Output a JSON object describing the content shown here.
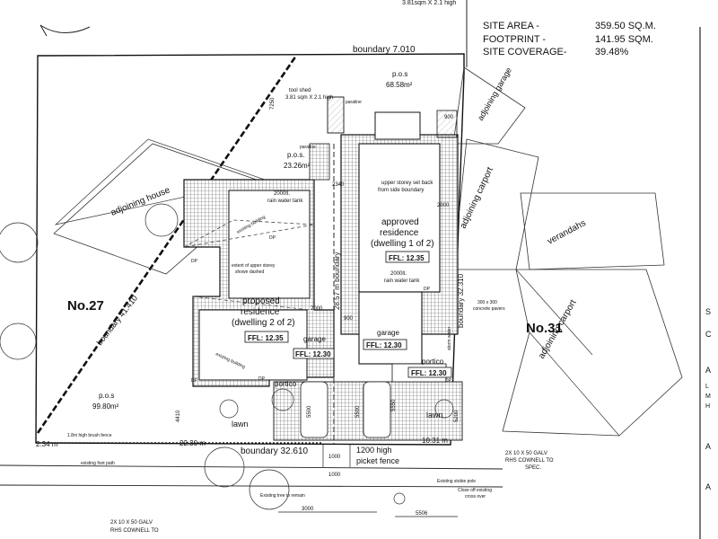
{
  "site_info": {
    "top_note": "3.81sqm X 2.1 high",
    "rows": [
      {
        "label": "SITE AREA -",
        "value": "359.50 SQ.M."
      },
      {
        "label": "FOOTPRINT -",
        "value": "141.95 SQM."
      },
      {
        "label": "SITE COVERAGE-",
        "value": "39.48%"
      }
    ]
  },
  "labels": {
    "boundary_top": "boundary 7.010",
    "boundary_left": "boundary 41.410",
    "boundary_mid": "28.57 m boundary",
    "boundary_right": "boundary 32.310",
    "boundary_bottom": "boundary 32.610",
    "no27": "No.27",
    "no31": "No.31",
    "adjoining_house": "adjoining house",
    "adjoining_garage": "adjoining garage",
    "adjoining_carport_1": "adjoining carport",
    "adjoining_carport_2": "adjoining carport",
    "verandahs": "verandahs",
    "pos_top": "p.o.s",
    "pos_top_area": "68.58m²",
    "pos_mid": "p.o.s.",
    "pos_mid_area": "23.26m²",
    "pos_left": "p.o.s",
    "pos_left_area": "99.80m²",
    "tool_shed": "tool shed",
    "tool_shed_size": "3.81 sqm X 2.1 high",
    "paraline_1": "paraline",
    "paraline_2": "paraline",
    "dim_7250": "7250",
    "dim_900_top": "900",
    "dim_2340": "2340",
    "upper_setback_1": "upper storey set back",
    "upper_setback_2": "from side boundary",
    "dim_2000_a": "2000",
    "tank_left_1": "2000lt.",
    "tank_left_2": "rain water tank",
    "tank_right_1": "2000lt.",
    "tank_right_2": "rain water tank",
    "approved_1": "approved",
    "approved_2": "residence",
    "approved_3": "(dwelling 1 of 2)",
    "ffl_approved": "FFL: 12.35",
    "proposed_1": "proposed",
    "proposed_2": "residence",
    "proposed_3": "(dwelling 2 of 2)",
    "ffl_proposed": "FFL: 12.35",
    "upper_outline_1": "extent of upper storey",
    "upper_outline_2": "shown dashed",
    "existing_building_1": "existing building",
    "existing_building_2": "existing building",
    "garage_left": "garage",
    "ffl_garage_left": "FFL: 12.30",
    "garage_right": "garage",
    "ffl_garage_right": "FFL: 12.30",
    "portico_left": "portico",
    "portico_right": "portico",
    "ffl_portico_right": "FFL: 12.30",
    "dim_2000_b": "2000",
    "dim_900_mid": "900",
    "pavers_1": "300 x 300",
    "pavers_2": "concrete pavers",
    "storm_water": "storm water",
    "lawn_left": "lawn",
    "lawn_right": "lawn",
    "dim_5500_a": "5500",
    "dim_5500_b": "5500",
    "dim_5550": "5550",
    "dim_5200": "5200",
    "dim_4410": "4410",
    "dim_2_34": "2.34 m",
    "dim_22_30": "22.30 m",
    "dim_10_31": "10.31 m",
    "fence_left": "1.8m high brush fence",
    "picket_1": "1200 high",
    "picket_2": "picket fence",
    "dim_1000_a": "1000",
    "dim_1000_b": "1000",
    "footpath": "existing foot path",
    "stobie": "Existing stobie pole",
    "crossover_1": "Close off existing",
    "crossover_2": "cross over",
    "tree_remain": "Existing tree to remain",
    "galv_right_1": "2X 10 X 50 GALV",
    "galv_right_2": "RHS COWNELL TO",
    "galv_right_3": "SPEC.",
    "galv_left_1": "2X 10 X 50 GALV",
    "galv_left_2": "RHS COWNELL TO",
    "dim_3000": "3000",
    "dim_5506": "5506",
    "dp_a": "DP",
    "dp_b": "DP",
    "dp_c": "DP",
    "dp_d": "DP",
    "dp_e": "DP",
    "dp_f": "DP",
    "right_s": "S",
    "right_c": "C",
    "right_a1": "A",
    "right_l": "L",
    "right_m": "M",
    "right_h": "H",
    "right_a2": "A",
    "right_a3": "A"
  }
}
